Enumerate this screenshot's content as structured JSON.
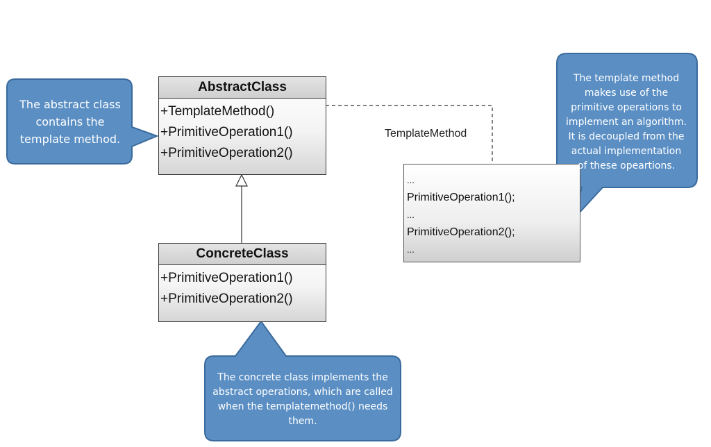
{
  "abstract_class": {
    "name": "AbstractClass",
    "operations": [
      "+TemplateMethod()",
      "+PrimitiveOperation1()",
      "+PrimitiveOperation2()"
    ]
  },
  "concrete_class": {
    "name": "ConcreteClass",
    "operations": [
      "+PrimitiveOperation1()",
      "+PrimitiveOperation2()"
    ]
  },
  "connector_label": "TemplateMethod",
  "note": {
    "lines": [
      "...",
      "PrimitiveOperation1();",
      "...",
      "PrimitiveOperation2();",
      "..."
    ]
  },
  "callouts": {
    "left": "The abstract class contains the template method.",
    "right": "The template method makes use of the primitive operations to implement an algorithm. It is decoupled from the actual implementation of these opeartions.",
    "bottom": "The concrete class implements the abstract operations, which are called when the templatemethod() needs them."
  },
  "colors": {
    "callout_fill": "#5b8fc4",
    "callout_stroke": "#3a6a9c",
    "callout_text": "#ffffff"
  }
}
